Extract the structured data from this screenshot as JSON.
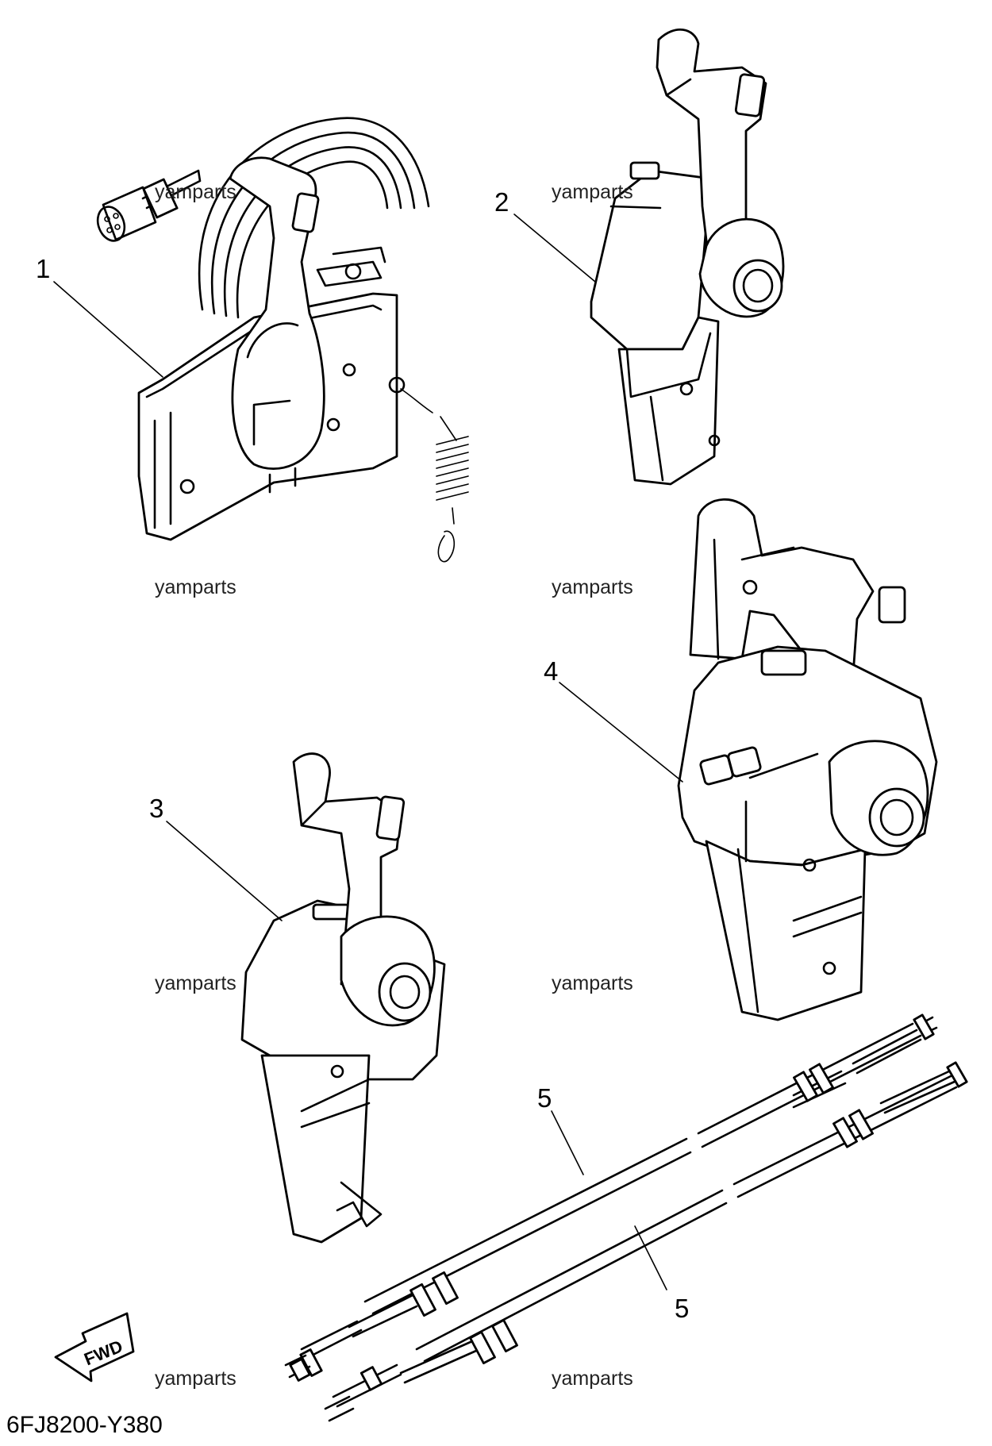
{
  "diagram_code": "6FJ8200-Y380",
  "fwd_label": "FWD",
  "watermark": "yamparts",
  "callouts": [
    {
      "id": "c1",
      "number": "1"
    },
    {
      "id": "c2",
      "number": "2"
    },
    {
      "id": "c3",
      "number": "3"
    },
    {
      "id": "c4",
      "number": "4"
    },
    {
      "id": "c5a",
      "number": "5"
    },
    {
      "id": "c5b",
      "number": "5"
    }
  ]
}
